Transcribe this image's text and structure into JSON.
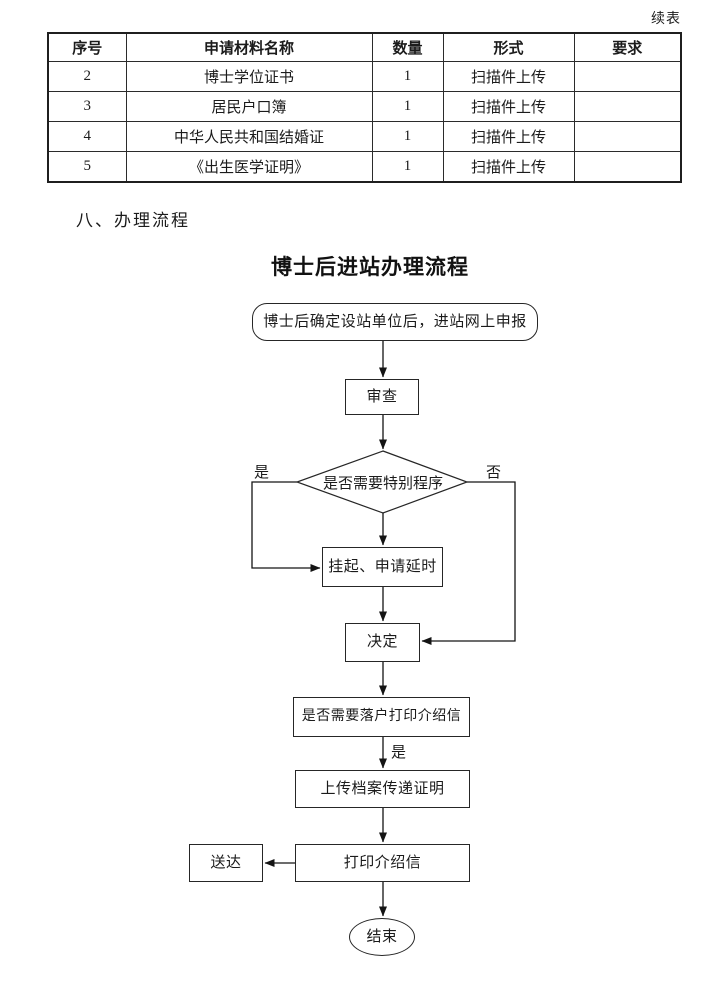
{
  "page": {
    "continued_label": "续表"
  },
  "table": {
    "headers": [
      "序号",
      "申请材料名称",
      "数量",
      "形式",
      "要求"
    ],
    "rows": [
      [
        "2",
        "博士学位证书",
        "1",
        "扫描件上传",
        ""
      ],
      [
        "3",
        "居民户口簿",
        "1",
        "扫描件上传",
        ""
      ],
      [
        "4",
        "中华人民共和国结婚证",
        "1",
        "扫描件上传",
        ""
      ],
      [
        "5",
        "《出生医学证明》",
        "1",
        "扫描件上传",
        ""
      ]
    ]
  },
  "section": {
    "heading": "八、办理流程"
  },
  "flowchart": {
    "title": "博士后进站办理流程",
    "nodes": {
      "start": "博士后确定设站单位后，进站网上申报",
      "review": "审查",
      "decision_special": "是否需要特别程序",
      "suspend": "挂起、申请延时",
      "decide": "决定",
      "settle_question": "是否需要落户打印介绍信",
      "upload": "上传档案传递证明",
      "print": "打印介绍信",
      "deliver": "送达",
      "end": "结束"
    },
    "labels": {
      "yes_left": "是",
      "no_right": "否",
      "yes_mid": "是"
    },
    "edges": [
      {
        "from": "start",
        "to": "review"
      },
      {
        "from": "review",
        "to": "decision_special"
      },
      {
        "from": "decision_special",
        "to": "suspend",
        "label": "是"
      },
      {
        "from": "decision_special",
        "to": "suspend"
      },
      {
        "from": "decision_special",
        "to": "decide",
        "label": "否"
      },
      {
        "from": "suspend",
        "to": "decide"
      },
      {
        "from": "decide",
        "to": "settle_question"
      },
      {
        "from": "settle_question",
        "to": "upload",
        "label": "是"
      },
      {
        "from": "upload",
        "to": "print"
      },
      {
        "from": "print",
        "to": "deliver"
      },
      {
        "from": "print",
        "to": "end"
      }
    ]
  },
  "colors": {
    "text": "#1b1b1b",
    "line": "#141414",
    "background": "#ffffff"
  }
}
